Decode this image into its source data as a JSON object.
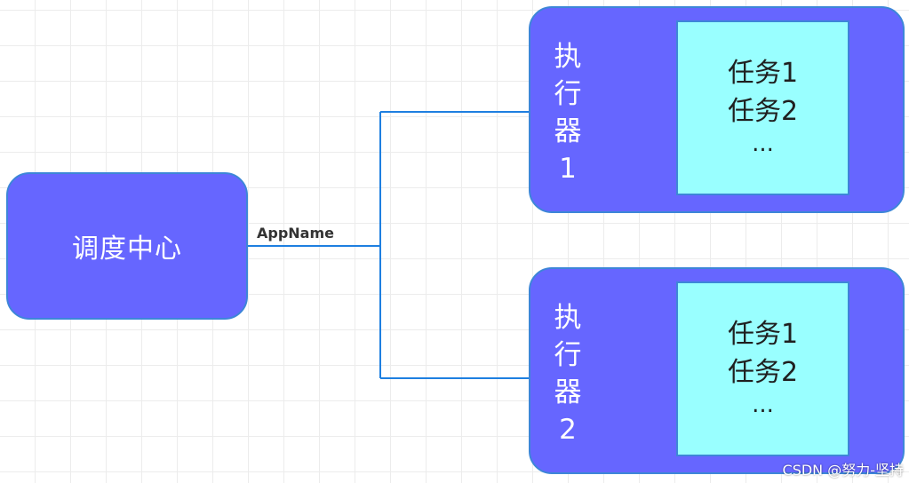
{
  "scheduler": {
    "label": "调度中心"
  },
  "edge": {
    "label": "AppName",
    "color": "#1e7fe0"
  },
  "executors": [
    {
      "label_lines": [
        "执",
        "行",
        "器",
        "1"
      ],
      "tasks": [
        "任务1",
        "任务2",
        "..."
      ]
    },
    {
      "label_lines": [
        "执",
        "行",
        "器",
        "2"
      ],
      "tasks": [
        "任务1",
        "任务2",
        "..."
      ]
    }
  ],
  "colors": {
    "node_fill": "#6666ff",
    "node_border": "#3d86d8",
    "task_fill": "#99ffff",
    "text_light": "#ffffff"
  },
  "watermark": "CSDN @努力-坚持"
}
